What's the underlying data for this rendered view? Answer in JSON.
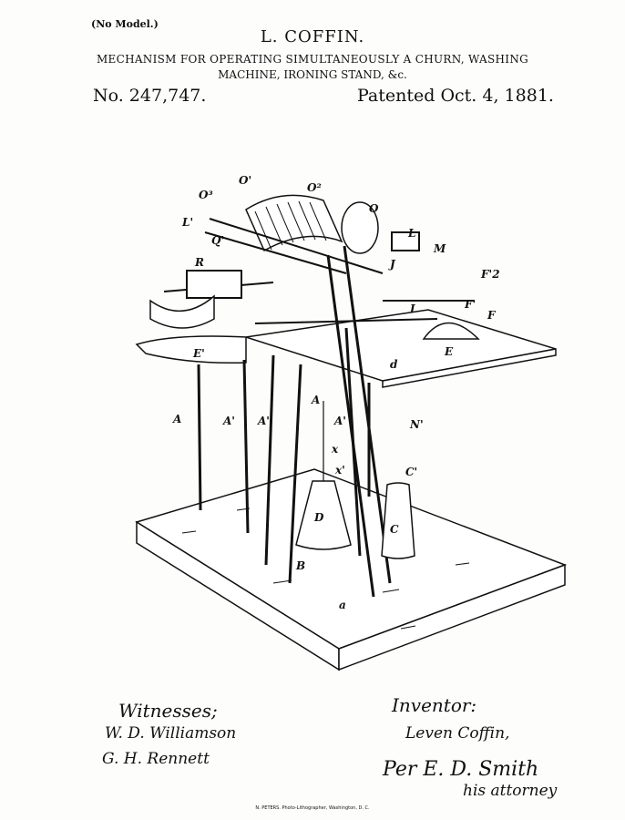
{
  "header": {
    "no_model": "(No Model.)",
    "inventor": "L. COFFIN.",
    "title_line1": "MECHANISM FOR OPERATING SIMULTANEOUSLY A CHURN, WASHING",
    "title_line2": "MACHINE, IRONING STAND, &c.",
    "patent_number": "No. 247,747.",
    "patent_date": "Patented Oct. 4, 1881."
  },
  "drawing_labels": {
    "O1": "O'",
    "O2": "O²",
    "O3": "O³",
    "O": "O",
    "L": "L",
    "L1": "L'",
    "M": "M",
    "J": "J",
    "F": "F",
    "F1": "F'",
    "F2": "F'2",
    "I": "I",
    "E": "E",
    "E1": "E'",
    "A": "A",
    "A1": "A'",
    "A2": "A'",
    "A3": "A'",
    "A4": "A",
    "N1": "N'",
    "C1": "C'",
    "C": "C",
    "D": "D",
    "B": "B",
    "a": "a",
    "d": "d",
    "x": "x",
    "x1": "x'",
    "R": "R",
    "Q": "Q'"
  },
  "signatures": {
    "witnesses_label": "Witnesses;",
    "witness1": "W. D. Williamson",
    "witness2": "G. H. Rennett",
    "inventor_label": "Inventor:",
    "inventor_signature": "Leven Coffin,",
    "attorney_per": "Per E. D. Smith",
    "attorney_label": "his attorney"
  },
  "footer": {
    "printer": "N. PETERS. Photo-Lithographer, Washington, D. C."
  }
}
